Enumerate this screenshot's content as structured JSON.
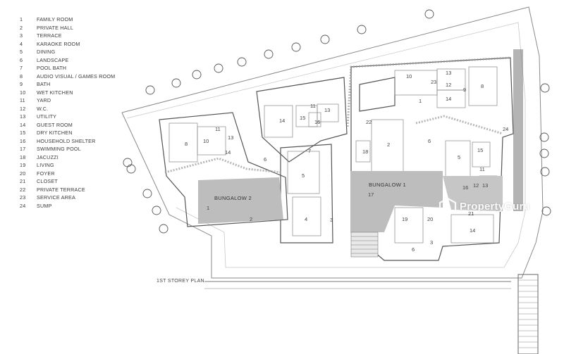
{
  "legend": [
    {
      "num": "1",
      "label": "FAMILY ROOM"
    },
    {
      "num": "2",
      "label": "PRIVATE HALL"
    },
    {
      "num": "3",
      "label": "TERRACE"
    },
    {
      "num": "4",
      "label": "KARAOKE ROOM"
    },
    {
      "num": "5",
      "label": "DINING"
    },
    {
      "num": "6",
      "label": "LANDSCAPE"
    },
    {
      "num": "7",
      "label": "POOL BATH"
    },
    {
      "num": "8",
      "label": "AUDIO VISUAL / GAMES ROOM"
    },
    {
      "num": "9",
      "label": "BATH"
    },
    {
      "num": "10",
      "label": "WET KITCHEN"
    },
    {
      "num": "11",
      "label": "YARD"
    },
    {
      "num": "12",
      "label": "W.C."
    },
    {
      "num": "13",
      "label": "UTILITY"
    },
    {
      "num": "14",
      "label": "GUEST ROOM"
    },
    {
      "num": "15",
      "label": "DRY KITCHEN"
    },
    {
      "num": "16",
      "label": "HOUSEHOLD SHELTER"
    },
    {
      "num": "17",
      "label": "SWIMMING POOL"
    },
    {
      "num": "18",
      "label": "JACUZZI"
    },
    {
      "num": "19",
      "label": "LIVING"
    },
    {
      "num": "20",
      "label": "FOYER"
    },
    {
      "num": "21",
      "label": "CLOSET"
    },
    {
      "num": "22",
      "label": "PRIVATE TERRACE"
    },
    {
      "num": "23",
      "label": "SERVICE AREA"
    },
    {
      "num": "24",
      "label": "SUMP"
    }
  ],
  "plan": {
    "caption": "1ST STOREY PLAN",
    "bungalow_1": "BUNGALOW 1",
    "bungalow_2": "BUNGALOW 2",
    "room_numbers": [
      "1",
      "2",
      "3",
      "4",
      "5",
      "6",
      "7",
      "8",
      "9",
      "10",
      "11",
      "12",
      "13",
      "14",
      "15",
      "16",
      "17",
      "18",
      "19",
      "20",
      "21",
      "22",
      "23",
      "24"
    ]
  },
  "watermark": {
    "text": "PropertyGuru",
    "icon": "propertyguru-logo-icon"
  },
  "colors": {
    "pool": "#bdbdbd",
    "wall": "#555555",
    "line": "#8a8a8a",
    "background": "#ffffff"
  }
}
